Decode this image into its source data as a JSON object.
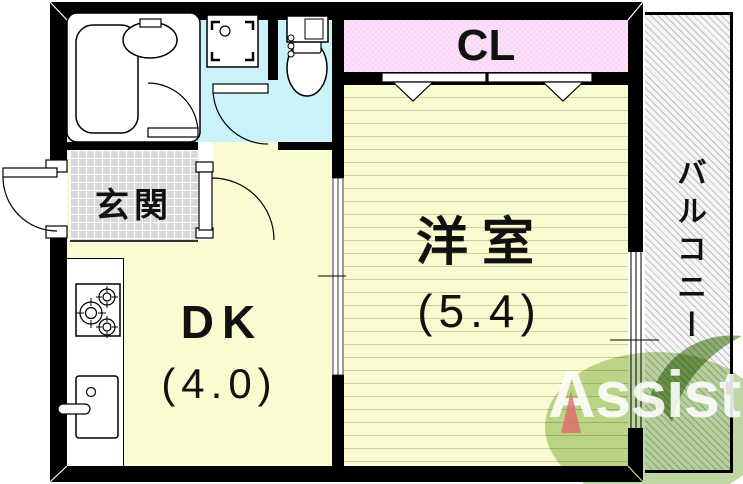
{
  "plan": {
    "rooms": {
      "entrance": {
        "label": "玄関"
      },
      "dining_kitchen": {
        "label": "DK",
        "size": "(4.0)"
      },
      "western_room": {
        "label": "洋室",
        "size": "(5.4)"
      },
      "closet": {
        "label": "CL"
      },
      "balcony": {
        "label": "バルコニー"
      }
    },
    "colors": {
      "wall": "#000000",
      "room_floor": "#fbfbd2",
      "floor_line": "#cfcf9e",
      "wet_area_floor": "#c9f2f9",
      "closet_fill": "#f9d3f7",
      "entrance_tile": "#d9d9d9",
      "balcony_hatch": "#bdbdbd",
      "logo_green": "#7daf46",
      "logo_accent_red": "#e16969"
    },
    "fixtures": [
      "bathtub",
      "wash-basin",
      "washing-machine-pan",
      "toilet",
      "gas-stove",
      "kitchen-sink",
      "entrance-door",
      "bathroom-door",
      "toilet-door",
      "dk-sliding-door",
      "closet-folding-doors",
      "balcony-window"
    ]
  },
  "watermark": {
    "brand": "Assist"
  }
}
